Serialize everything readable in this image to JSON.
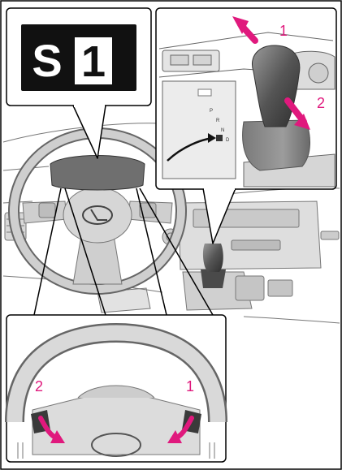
{
  "display": {
    "mode_letter": "S",
    "gear_number": "1"
  },
  "shifter": {
    "arrow_up_label": "1",
    "arrow_down_label": "2",
    "gate_positions": [
      "P",
      "R",
      "N",
      "D"
    ]
  },
  "paddles": {
    "left_label": "2",
    "right_label": "1"
  },
  "colors": {
    "arrow": "#e0197d",
    "label": "#e0197d",
    "display_bg": "#111111",
    "display_fg": "#ffffff"
  }
}
